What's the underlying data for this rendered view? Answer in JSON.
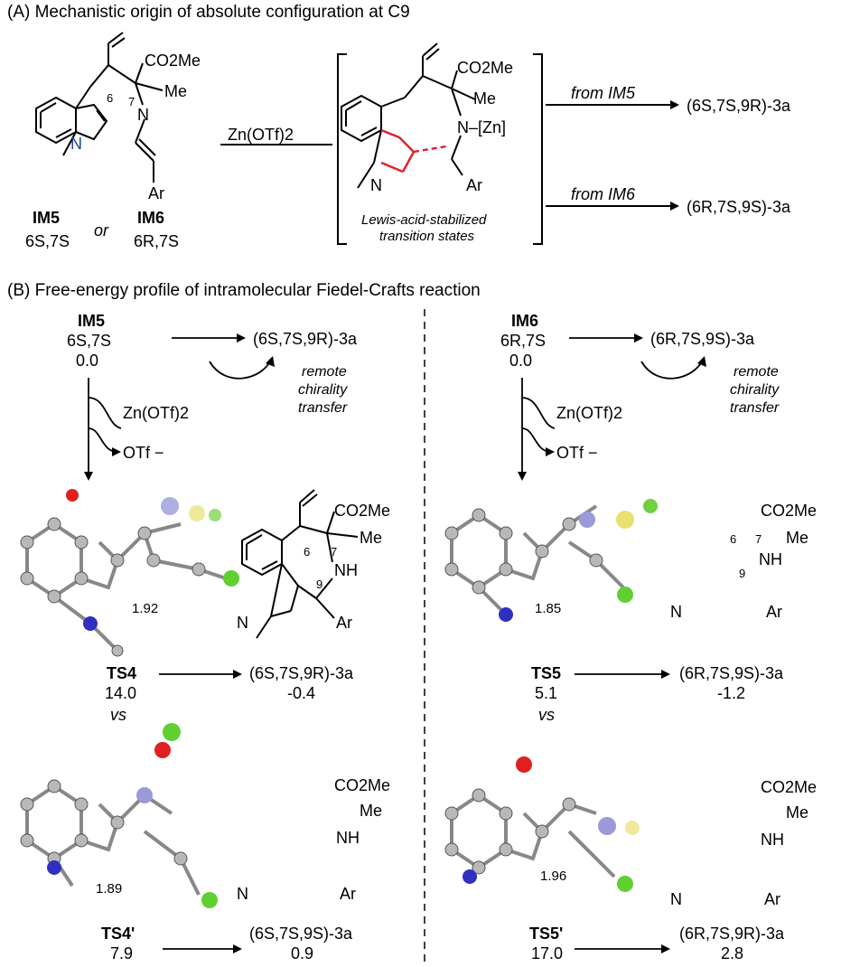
{
  "section_a": {
    "title": "(A) Mechanistic origin of absolute configuration at C9",
    "reagent": "Zn(OTf)2",
    "ts_caption_line1": "Lewis-acid-stabilized",
    "ts_caption_line2": "transition states",
    "from_im5": "from IM5",
    "from_im6": "from IM6",
    "im_label_im5": "IM5",
    "im_label_or": "or",
    "im_label_im6": "IM6",
    "im5_config": "6S,7S",
    "im6_config": "6R,7S",
    "product_upper": "(6S,7S,9R)-3a",
    "product_lower": "(6R,7S,9S)-3a"
  },
  "section_b": {
    "title": "(B) Free-energy profile of intramolecular Fiedel-Crafts reaction",
    "left": {
      "start": "IM5",
      "start_config": "6S,7S",
      "start_energy": "0.0",
      "arrow_product": "(6S,7S,9R)-3a",
      "note": [
        "remote",
        "chirality",
        "transfer"
      ],
      "reagent": "Zn(OTf)2",
      "leaving": "OTf −",
      "ts1": {
        "label": "TS4",
        "energy": "14.0",
        "dist": "1.92",
        "product": "(6S,7S,9R)-3a",
        "product_energy": "-0.4"
      },
      "vs": "vs",
      "ts2": {
        "label": "TS4'",
        "energy": "7.9",
        "dist": "1.89",
        "product": "(6S,7S,9S)-3a",
        "product_energy": "0.9"
      }
    },
    "right": {
      "start": "IM6",
      "start_config": "6R,7S",
      "start_energy": "0.0",
      "arrow_product": "(6R,7S,9S)-3a",
      "note": [
        "remote",
        "chirality",
        "transfer"
      ],
      "reagent": "Zn(OTf)2",
      "leaving": "OTf −",
      "ts1": {
        "label": "TS5",
        "energy": "5.1",
        "dist": "1.85",
        "product": "(6R,7S,9S)-3a",
        "product_energy": "-1.2"
      },
      "vs": "vs",
      "ts2": {
        "label": "TS5'",
        "energy": "17.0",
        "dist": "1.96",
        "product": "(6R,7S,9R)-3a",
        "product_energy": "2.8"
      }
    }
  },
  "atoms": {
    "co2me": "CO2Me",
    "me": "Me",
    "n": "N",
    "nh": "NH",
    "ar": "Ar",
    "zn": "N–[Zn]",
    "c6": "6",
    "c7": "7",
    "c9": "9"
  },
  "colors": {
    "red": "#e0202a",
    "blue": "#3060c8",
    "zn_atom": "#9a9ad8",
    "s_atom": "#e8e070",
    "o_atom": "#e02020",
    "f_atom": "#70d040",
    "cl_atom": "#60d030",
    "c_atom": "#b8b8b8"
  }
}
